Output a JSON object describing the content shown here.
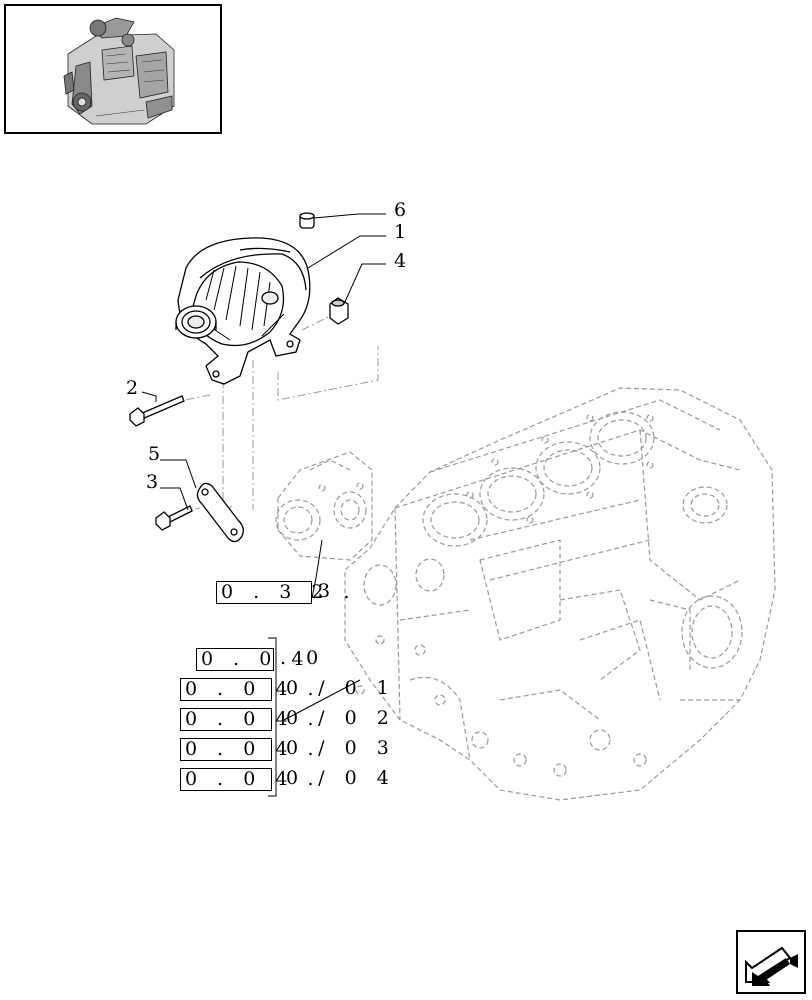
{
  "callouts": [
    {
      "id": "6",
      "label": "6"
    },
    {
      "id": "1",
      "label": "1"
    },
    {
      "id": "4",
      "label": "4"
    },
    {
      "id": "2",
      "label": "2"
    },
    {
      "id": "5",
      "label": "5"
    },
    {
      "id": "3",
      "label": "3"
    }
  ],
  "ref_032": {
    "box": "0 . 3 2 .",
    "tail": "3"
  },
  "refs_04": [
    {
      "box": "0 . 0 4",
      "tail": ". 0"
    },
    {
      "box": "0 . 0 4 .",
      "tail": "0 / 0 1"
    },
    {
      "box": "0 . 0 4 .",
      "tail": "0 / 0 2"
    },
    {
      "box": "0 . 0 4 .",
      "tail": "0 / 0 3"
    },
    {
      "box": "0 . 0 4 .",
      "tail": "0 / 0 4"
    }
  ],
  "icons": {
    "thumbnail": "engine-thumbnail-icon",
    "nav": "next-page-arrow-icon"
  }
}
